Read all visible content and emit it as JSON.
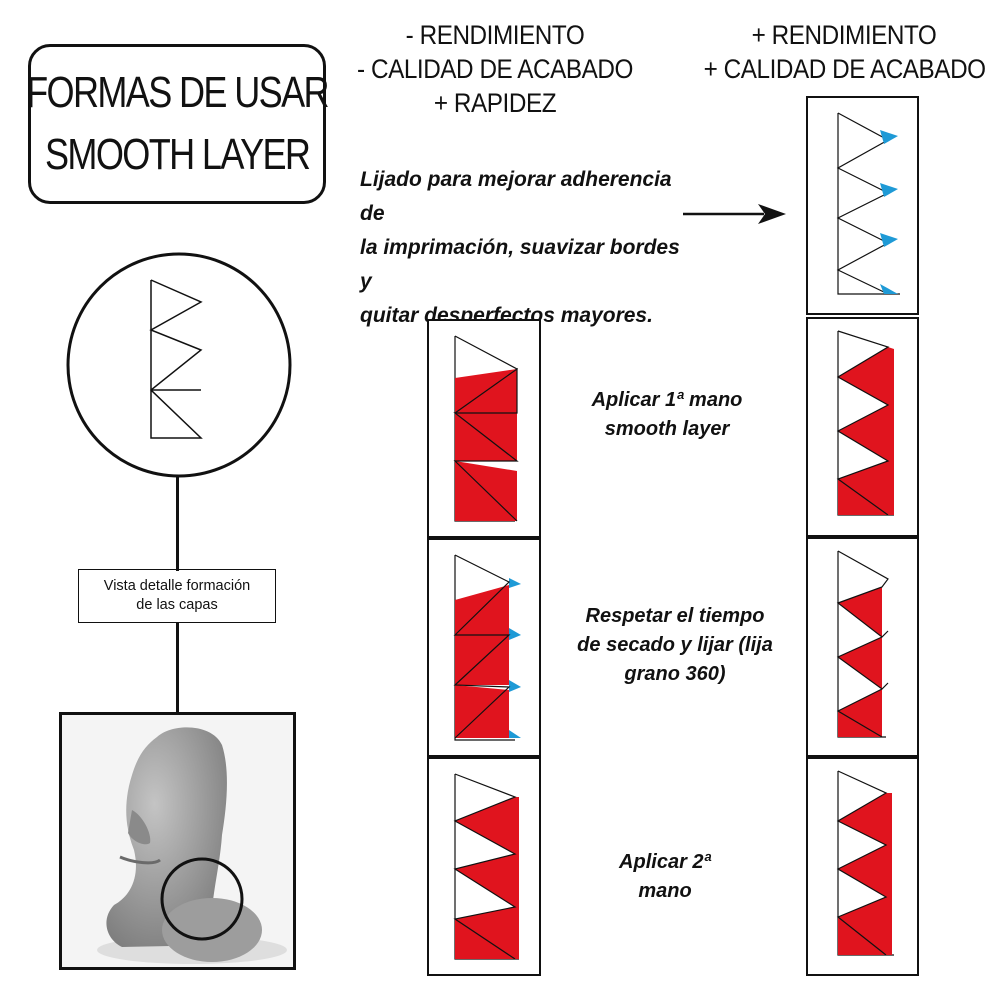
{
  "title": {
    "line1": "FORMAS DE USAR",
    "line2": "SMOOTH LAYER"
  },
  "header_left": [
    "- RENDIMIENTO",
    "- CALIDAD DE ACABADO",
    "+ RAPIDEZ"
  ],
  "header_right": [
    "+ RENDIMIENTO",
    "+ CALIDAD DE ACABADO"
  ],
  "sanding_note": [
    "Lijado para mejorar adherencia de",
    "la imprimación, suavizar bordes y",
    "quitar desperfectos mayores."
  ],
  "detail_label": [
    "Vista detalle formación",
    "de las capas"
  ],
  "steps": [
    {
      "lines": [
        "Aplicar 1ª mano",
        "smooth layer"
      ]
    },
    {
      "lines": [
        "Respetar el tiempo",
        "de secado y lijar (lija",
        "grano 360)"
      ]
    },
    {
      "lines": [
        "Aplicar 2ª",
        "mano"
      ]
    }
  ],
  "colors": {
    "ink": "#111111",
    "coat": "#e0141e",
    "sanded": "#1e9ad6",
    "figure": "#9a9a9a"
  }
}
